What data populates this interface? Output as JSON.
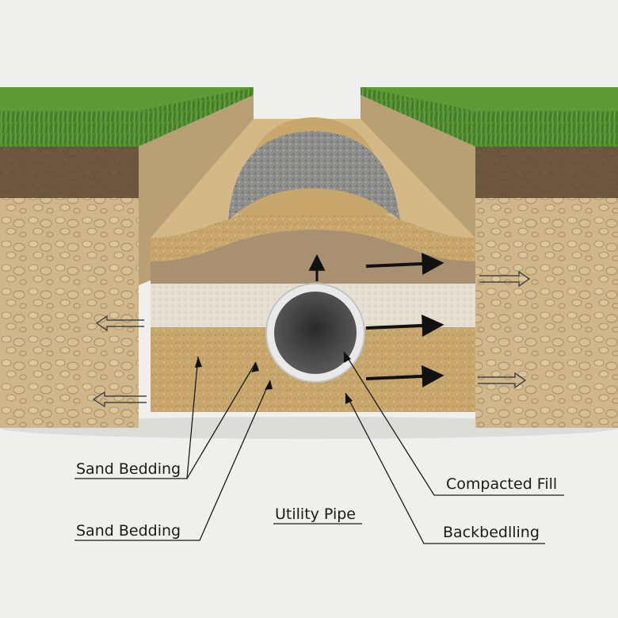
{
  "labels": {
    "sand_bedding_upper": "Sand Bedding",
    "sand_bedding_lower": "Sand Bedding",
    "utility_pipe": "Utility Pipe",
    "compacted_fill": "Compacted Fill",
    "backbedding": "Backbedlling"
  },
  "colors": {
    "background": "#efefed",
    "grass": "#4f8a2e",
    "topsoil": "#4a3a2a",
    "native_soil": "#cdb58a",
    "sand": "#c9a96e",
    "gravel_band": "#a89373",
    "white_sand": "#e6e0d4",
    "gravel_cap": "#8c8c8c",
    "pipe": "#e8e8e8",
    "arrow": "#111111"
  }
}
